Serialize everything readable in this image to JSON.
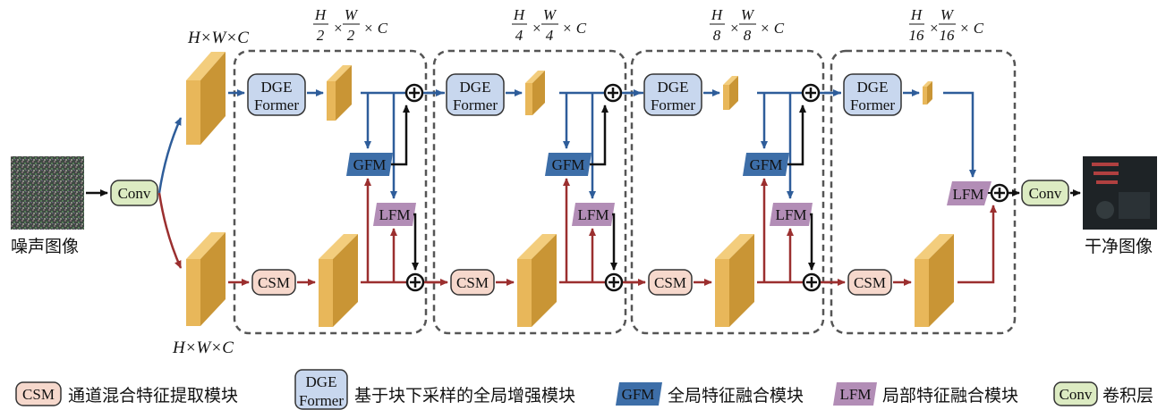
{
  "input_label": "噪声图像",
  "output_label": "干净图像",
  "conv": "Conv",
  "csm": "CSM",
  "dge_line1": "DGE",
  "dge_line2": "Former",
  "gfm": "GFM",
  "lfm": "LFM",
  "dim_full_top": "H×W×C",
  "dim_full_bottom": "H×W×C",
  "stage_dims": [
    {
      "h": "H",
      "w": "W",
      "div": "2",
      "c": "C"
    },
    {
      "h": "H",
      "w": "W",
      "div": "4",
      "c": "C"
    },
    {
      "h": "H",
      "w": "W",
      "div": "8",
      "c": "C"
    },
    {
      "h": "H",
      "w": "W",
      "div": "16",
      "c": "C"
    }
  ],
  "legend": {
    "csm": "通道混合特征提取模块",
    "dge": "基于块下采样的全局增强模块",
    "gfm": "全局特征融合模块",
    "lfm": "局部特征融合模块",
    "conv": "卷积层"
  },
  "colors": {
    "blue_arrow": "#2e5d9a",
    "red_arrow": "#9b2f2f",
    "dge_fill": "#c8d7ee",
    "csm_fill": "#f6d8cc",
    "conv_fill": "#dcebc2",
    "gfm_fill": "#3d6ea8",
    "lfm_fill": "#b28db6",
    "feature_fill": "#e8b75a"
  }
}
